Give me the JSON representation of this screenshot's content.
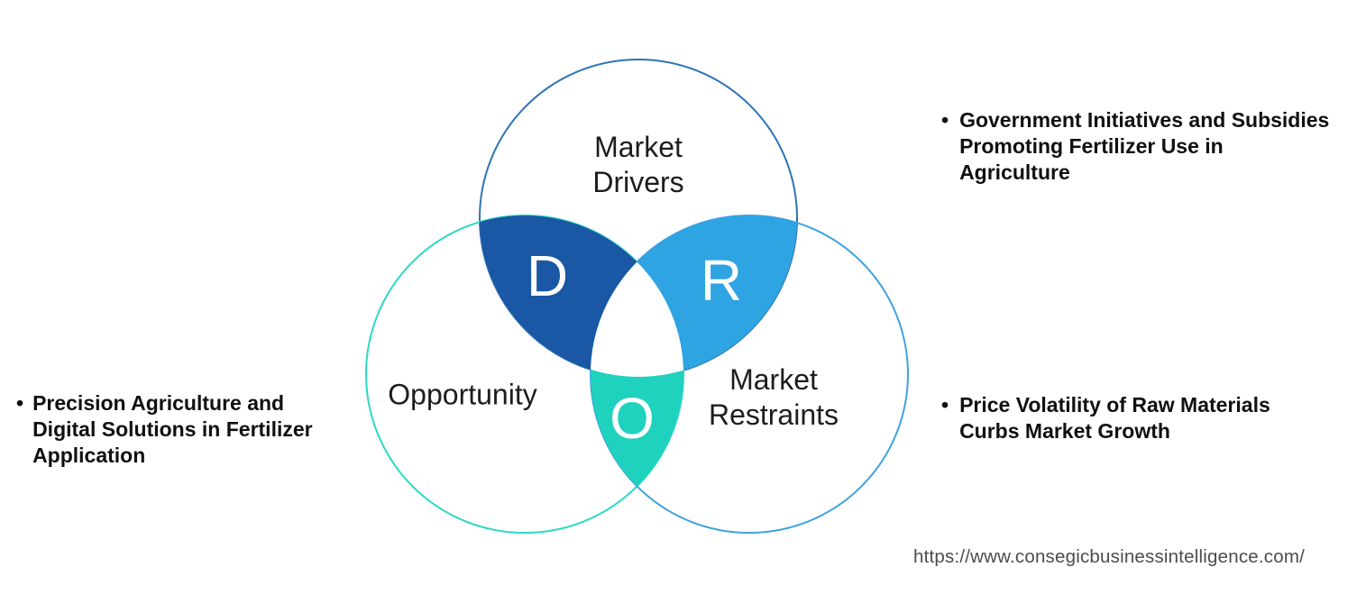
{
  "venn": {
    "circles": {
      "drivers": {
        "label": "Market\nDrivers",
        "stroke": "#2E74B5"
      },
      "opportunity": {
        "label": "Opportunity",
        "stroke": "#2BD9C6"
      },
      "restraints": {
        "label": "Market\nRestraints",
        "stroke": "#3FA2DF"
      }
    },
    "regions": {
      "d": {
        "letter": "D",
        "fill": "#1A57A5"
      },
      "r": {
        "letter": "R",
        "fill": "#2EA4E3"
      },
      "o": {
        "letter": "O",
        "fill": "#1FD2BE"
      }
    }
  },
  "bullets": [
    {
      "marker": "•",
      "text": "Precision Agriculture and\nDigital Solutions in Fertilizer\nApplication"
    },
    {
      "marker": "•",
      "text": "Government Initiatives and Subsidies\nPromoting Fertilizer Use in\nAgriculture"
    },
    {
      "marker": "•",
      "text": "Price Volatility of Raw Materials\nCurbs Market Growth"
    }
  ],
  "footer": {
    "url": "https://www.consegicbusinessintelligence.com/"
  }
}
